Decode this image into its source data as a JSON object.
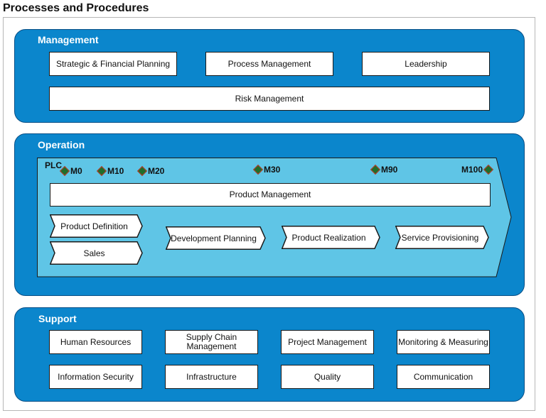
{
  "page_title": "Processes and Procedures",
  "colors": {
    "section_fill": "#0b86cc",
    "plc_fill": "#5fc5e6",
    "milestone_fill": "#1f6d2b",
    "milestone_border": "#c0392b"
  },
  "management": {
    "title": "Management",
    "items": [
      "Strategic & Financial Planning",
      "Process Management",
      "Leadership"
    ],
    "risk": "Risk Management"
  },
  "operation": {
    "title": "Operation",
    "plc_label": "PLC",
    "milestones": [
      "M0",
      "M10",
      "M20",
      "M30",
      "M90",
      "M100"
    ],
    "product_management": "Product Management",
    "steps": {
      "product_definition": "Product Definition",
      "sales": "Sales",
      "development_planning": "Development Planning",
      "product_realization": "Product Realization",
      "service_provisioning": "Service Provisioning"
    }
  },
  "support": {
    "title": "Support",
    "items": [
      "Human Resources",
      "Supply Chain Management",
      "Project Management",
      "Monitoring & Measuring",
      "Information Security",
      "Infrastructure",
      "Quality",
      "Communication"
    ]
  }
}
